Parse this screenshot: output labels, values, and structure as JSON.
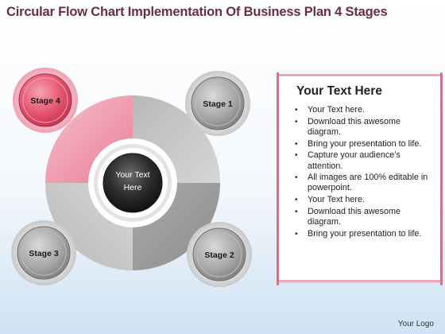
{
  "title": "Circular Flow Chart Implementation Of Business Plan 4 Stages",
  "diagram": {
    "center_line1": "Your Text",
    "center_line2": "Here",
    "stages": [
      {
        "label": "Stage 1",
        "highlighted": false
      },
      {
        "label": "Stage 2",
        "highlighted": false
      },
      {
        "label": "Stage 3",
        "highlighted": false
      },
      {
        "label": "Stage 4",
        "highlighted": true
      }
    ],
    "colors": {
      "highlight": "#e4536e",
      "highlight_light": "#f2b6c2",
      "gray_dark": "#9a9a9a",
      "gray_light": "#c9c9c9"
    }
  },
  "textbox": {
    "heading": "Your Text Here",
    "bullets": [
      "Your Text here.",
      "Download this awesome diagram.",
      "Bring your presentation to life.",
      "Capture your audience’s attention.",
      "All images are 100% editable in powerpoint.",
      "Your Text here.",
      "Download this awesome diagram.",
      "Bring your presentation to life."
    ]
  },
  "footer": {
    "logo_text": "Your Logo"
  }
}
